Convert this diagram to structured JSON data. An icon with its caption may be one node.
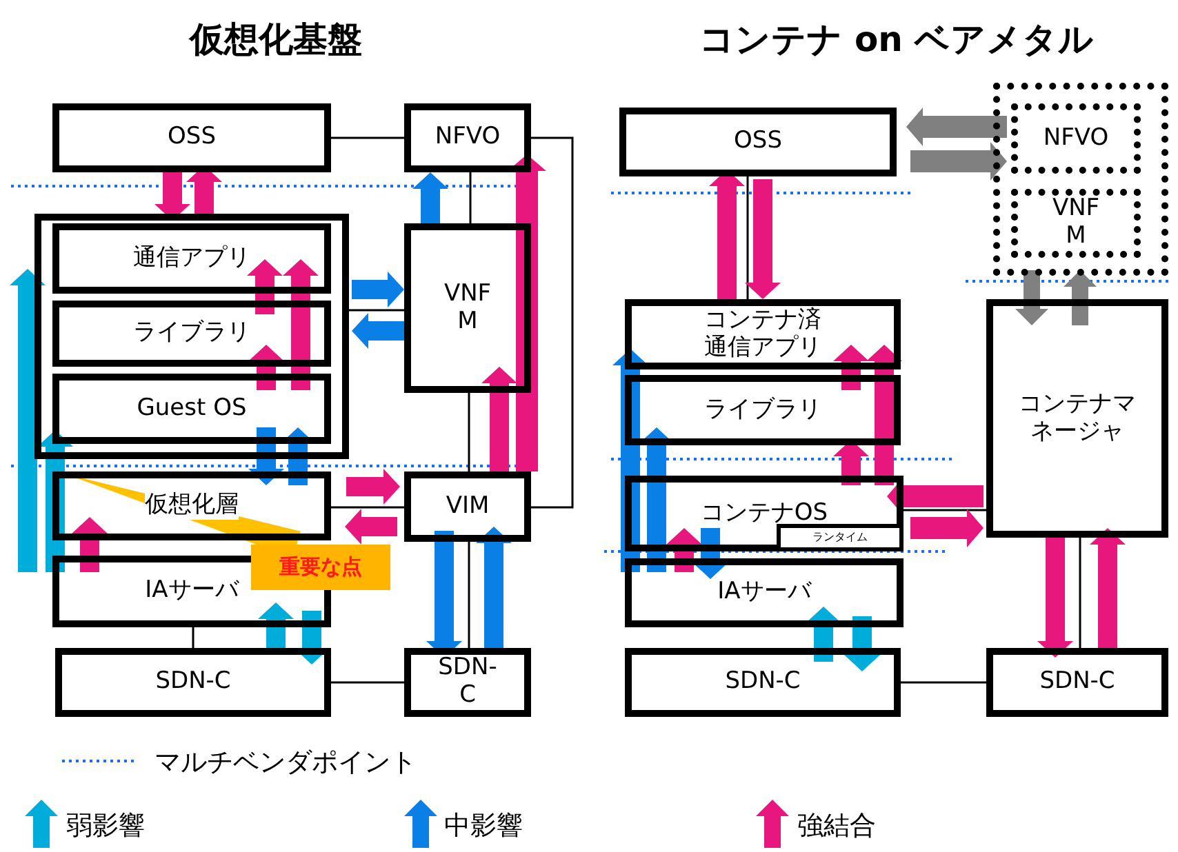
{
  "diagram": {
    "nodes": [
      {
        "text": [
          "OSS"
        ]
      },
      {
        "text": [
          "NFVO"
        ]
      },
      {
        "text": [],
        "shape": "box"
      },
      {
        "text": [
          "通信アプリ"
        ],
        "in": 2
      },
      {
        "text": [
          "ライブラリ"
        ],
        "in": 2
      },
      {
        "text": [
          "Guest OS"
        ],
        "in": 2
      },
      {
        "text": [
          "VNF M"
        ]
      },
      {
        "text": [
          "仮想化層"
        ]
      },
      {
        "text": [
          "VIM"
        ]
      },
      {
        "text": [
          "IAサーバ"
        ]
      },
      {
        "text": [
          "SDN-C"
        ]
      },
      {
        "text": [
          "SDN-C"
        ]
      },
      {
        "text": [
          "重要な点"
        ]
      },
      {
        "text": [
          "OSS"
        ]
      },
      {
        "text": [],
        "shape": "box"
      },
      {
        "text": [
          "NFVO"
        ],
        "in": 14
      },
      {
        "text": [
          "VNF M"
        ],
        "in": 14
      },
      {
        "text": [
          "コンテナ済通信アプリ"
        ]
      },
      {
        "text": [
          "ライブラリ"
        ]
      },
      {
        "text": [
          "コンテナOS"
        ]
      },
      {
        "text": [
          "ランタイム"
        ],
        "in": 19
      },
      {
        "text": [
          "IAサーバ"
        ]
      },
      {
        "text": [
          "SDN-C"
        ]
      },
      {
        "text": [
          "コンテナマネージャ"
        ]
      },
      {
        "text": [
          "SDN-C"
        ]
      }
    ],
    "edges": [
      {
        "from": 0,
        "to": 1,
        "arrow": "none"
      },
      {
        "from": 1,
        "to": 6,
        "arrow": "none"
      },
      {
        "from": 6,
        "to": 2,
        "arrow": "none"
      },
      {
        "from": 6,
        "to": 8,
        "arrow": "none"
      },
      {
        "from": 7,
        "to": 8,
        "arrow": "none"
      },
      {
        "from": 1,
        "to": 8,
        "arrow": "none"
      },
      {
        "from": 9,
        "to": 10,
        "arrow": "none"
      },
      {
        "from": 8,
        "to": 11,
        "arrow": "none"
      },
      {
        "from": 10,
        "to": 11,
        "arrow": "none"
      },
      {
        "from": 13,
        "to": 17,
        "arrow": "none"
      },
      {
        "from": 19,
        "to": 23,
        "arrow": "none"
      },
      {
        "from": 23,
        "to": 24,
        "arrow": "none"
      },
      {
        "from": 22,
        "to": 24,
        "arrow": "none"
      },
      {
        "from": 12,
        "to": 7,
        "arrow": "none",
        "style": "thick",
        "color": "#ffc000"
      },
      {
        "from": 0,
        "to": 2,
        "arrow": "to",
        "style": "thick",
        "color": "#e8177d"
      },
      {
        "from": 2,
        "to": 0,
        "arrow": "to",
        "style": "thick",
        "color": "#e8177d"
      },
      {
        "from": 6,
        "to": 1,
        "arrow": "to",
        "style": "thick",
        "color": "#0a7fe6"
      },
      {
        "from": 8,
        "to": 1,
        "arrow": "to",
        "style": "thick",
        "color": "#e8177d"
      },
      {
        "from": 8,
        "to": 6,
        "arrow": "to",
        "style": "thick",
        "color": "#e8177d"
      },
      {
        "from": 2,
        "to": 6,
        "arrow": "to",
        "style": "thick",
        "color": "#0a7fe6"
      },
      {
        "from": 6,
        "to": 2,
        "arrow": "to",
        "style": "thick",
        "color": "#0a7fe6"
      },
      {
        "from": 5,
        "to": 7,
        "arrow": "to",
        "style": "thick",
        "color": "#0a7fe6"
      },
      {
        "from": 7,
        "to": 5,
        "arrow": "to",
        "style": "thick",
        "color": "#0a7fe6"
      },
      {
        "from": 7,
        "to": 8,
        "arrow": "to",
        "style": "thick",
        "color": "#e8177d"
      },
      {
        "from": 8,
        "to": 7,
        "arrow": "to",
        "style": "thick",
        "color": "#e8177d"
      },
      {
        "from": 8,
        "to": 11,
        "arrow": "to",
        "style": "thick",
        "color": "#0a7fe6"
      },
      {
        "from": 11,
        "to": 8,
        "arrow": "to",
        "style": "thick",
        "color": "#0a7fe6"
      },
      {
        "from": 10,
        "to": 9,
        "arrow": "to",
        "style": "thick",
        "color": "#00acd9"
      },
      {
        "from": 9,
        "to": 10,
        "arrow": "to",
        "style": "thick",
        "color": "#00acd9"
      },
      {
        "from": 4,
        "to": 3,
        "arrow": "to",
        "style": "thick",
        "color": "#e8177d"
      },
      {
        "from": 5,
        "to": 3,
        "arrow": "to",
        "style": "thick",
        "color": "#e8177d"
      },
      {
        "from": 5,
        "to": 4,
        "arrow": "to",
        "style": "thick",
        "color": "#e8177d"
      },
      {
        "from": 9,
        "to": 3,
        "arrow": "to",
        "style": "thick",
        "color": "#00acd9"
      },
      {
        "from": 9,
        "to": 5,
        "arrow": "to",
        "style": "thick",
        "color": "#00acd9"
      },
      {
        "from": 9,
        "to": 7,
        "arrow": "to",
        "style": "thick",
        "color": "#e8177d"
      },
      {
        "from": 15,
        "to": 13,
        "arrow": "to",
        "style": "thick",
        "color": "#808080"
      },
      {
        "from": 13,
        "to": 15,
        "arrow": "to",
        "style": "thick",
        "color": "#808080"
      },
      {
        "from": 16,
        "to": 23,
        "arrow": "to",
        "style": "thick",
        "color": "#808080"
      },
      {
        "from": 23,
        "to": 16,
        "arrow": "to",
        "style": "thick",
        "color": "#808080"
      },
      {
        "from": 17,
        "to": 13,
        "arrow": "to",
        "style": "thick",
        "color": "#e8177d"
      },
      {
        "from": 13,
        "to": 17,
        "arrow": "to",
        "style": "thick",
        "color": "#e8177d"
      },
      {
        "from": 18,
        "to": 17,
        "arrow": "to",
        "style": "thick",
        "color": "#e8177d"
      },
      {
        "from": 19,
        "to": 17,
        "arrow": "to",
        "style": "thick",
        "color": "#e8177d"
      },
      {
        "from": 19,
        "to": 18,
        "arrow": "to",
        "style": "thick",
        "color": "#e8177d"
      },
      {
        "from": 23,
        "to": 19,
        "arrow": "to",
        "style": "thick",
        "color": "#e8177d"
      },
      {
        "from": 20,
        "to": 23,
        "arrow": "to",
        "style": "thick",
        "color": "#e8177d"
      },
      {
        "from": 21,
        "to": 17,
        "arrow": "to",
        "style": "thick",
        "color": "#0a7fe6"
      },
      {
        "from": 21,
        "to": 18,
        "arrow": "to",
        "style": "thick",
        "color": "#0a7fe6"
      },
      {
        "from": 21,
        "to": 19,
        "arrow": "to",
        "style": "thick",
        "color": "#e8177d"
      },
      {
        "from": 19,
        "to": 21,
        "arrow": "to",
        "style": "thick",
        "color": "#0a7fe6"
      },
      {
        "from": 22,
        "to": 21,
        "arrow": "to",
        "style": "thick",
        "color": "#00acd9"
      },
      {
        "from": 21,
        "to": 22,
        "arrow": "to",
        "style": "thick",
        "color": "#00acd9"
      },
      {
        "from": 23,
        "to": 24,
        "arrow": "to",
        "style": "thick",
        "color": "#e8177d"
      },
      {
        "from": 24,
        "to": 23,
        "arrow": "to",
        "style": "thick",
        "color": "#e8177d"
      }
    ],
    "labels": [
      "仮想化基盤",
      "コンテナ on ベアメタル"
    ],
    "legend": [
      {
        "text": "マルチベンダポイント"
      },
      {
        "text": "弱影響"
      },
      {
        "text": "中影響"
      },
      {
        "text": "強結合"
      }
    ]
  }
}
